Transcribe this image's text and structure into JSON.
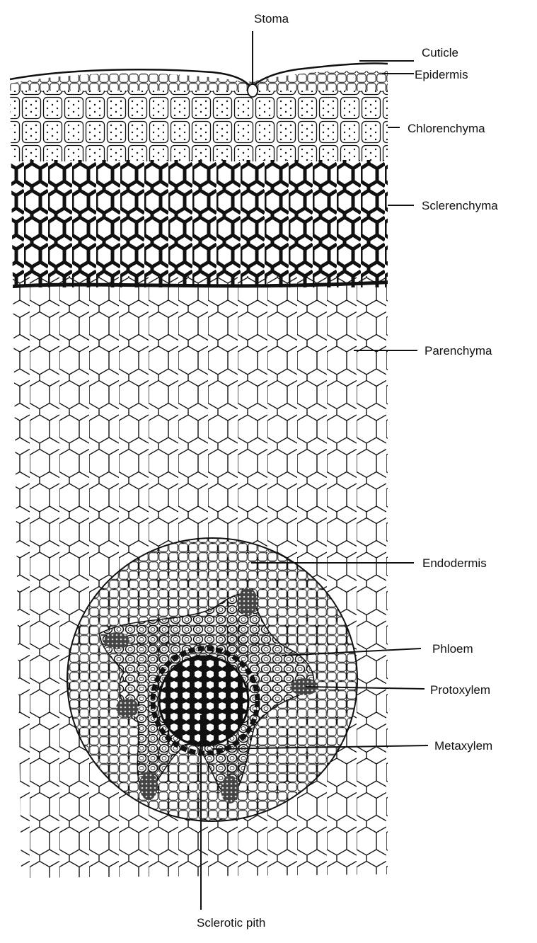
{
  "diagram": {
    "labels": {
      "stoma": "Stoma",
      "cuticle": "Cuticle",
      "epidermis": "Epidermis",
      "chlorenchyma": "Chlorenchyma",
      "sclerenchyma": "Sclerenchyma",
      "parenchyma": "Parenchyma",
      "endodermis": "Endodermis",
      "phloem": "Phloem",
      "protoxylem": "Protoxylem",
      "metaxylem": "Metaxylem",
      "sclerotic_pith": "Sclerotic pith"
    },
    "colors": {
      "ink": "#111111",
      "paper": "#ffffff"
    }
  }
}
